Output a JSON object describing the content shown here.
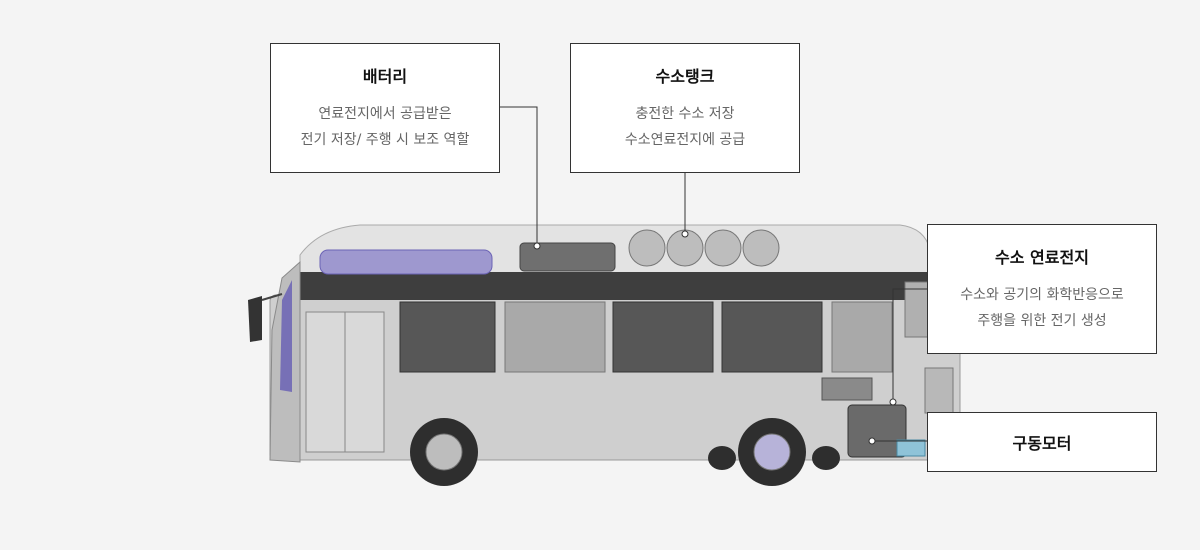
{
  "callouts": {
    "battery": {
      "title": "배터리",
      "lines": [
        "연료전지에서 공급받은",
        "전기 저장/ 주행 시 보조 역할"
      ]
    },
    "hydrogen_tank": {
      "title": "수소탱크",
      "lines": [
        "충전한 수소 저장",
        "수소연료전지에 공급"
      ]
    },
    "fuel_cell": {
      "title": "수소 연료전지",
      "lines": [
        "수소와 공기의 화학반응으로",
        "주행을 위한 전기 생성"
      ]
    },
    "drive_motor": {
      "title": "구동모터"
    }
  },
  "colors": {
    "background": "#f4f4f4",
    "box_border": "#333333",
    "title_text": "#111111",
    "body_text": "#666666",
    "bus_accent": "#6b63b5"
  }
}
